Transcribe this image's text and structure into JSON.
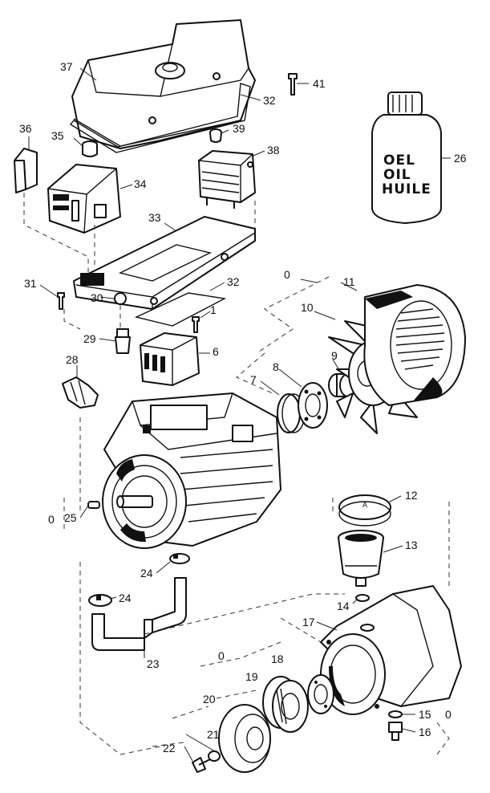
{
  "bottle_label": {
    "line1": "OEL",
    "line2": "OIL",
    "line3": "HUILE"
  },
  "filter_cap_letter": "A",
  "callouts": [
    {
      "id": "37",
      "text": "37"
    },
    {
      "id": "41",
      "text": "41"
    },
    {
      "id": "32a",
      "text": "32"
    },
    {
      "id": "36",
      "text": "36"
    },
    {
      "id": "35",
      "text": "35"
    },
    {
      "id": "39",
      "text": "39"
    },
    {
      "id": "38",
      "text": "38"
    },
    {
      "id": "26",
      "text": "26"
    },
    {
      "id": "34",
      "text": "34"
    },
    {
      "id": "33",
      "text": "33"
    },
    {
      "id": "31",
      "text": "31"
    },
    {
      "id": "32b",
      "text": "32"
    },
    {
      "id": "0a",
      "text": "0"
    },
    {
      "id": "11",
      "text": "11"
    },
    {
      "id": "30",
      "text": "30"
    },
    {
      "id": "1",
      "text": "1"
    },
    {
      "id": "10",
      "text": "10"
    },
    {
      "id": "29",
      "text": "29"
    },
    {
      "id": "6",
      "text": "6"
    },
    {
      "id": "9",
      "text": "9"
    },
    {
      "id": "8",
      "text": "8"
    },
    {
      "id": "28",
      "text": "28"
    },
    {
      "id": "7",
      "text": "7"
    },
    {
      "id": "0b",
      "text": "0"
    },
    {
      "id": "25",
      "text": "25"
    },
    {
      "id": "12",
      "text": "12"
    },
    {
      "id": "13",
      "text": "13"
    },
    {
      "id": "24a",
      "text": "24"
    },
    {
      "id": "24b",
      "text": "24"
    },
    {
      "id": "14",
      "text": "14"
    },
    {
      "id": "17",
      "text": "17"
    },
    {
      "id": "23",
      "text": "23"
    },
    {
      "id": "0c",
      "text": "0"
    },
    {
      "id": "18",
      "text": "18"
    },
    {
      "id": "19",
      "text": "19"
    },
    {
      "id": "20",
      "text": "20"
    },
    {
      "id": "15",
      "text": "15"
    },
    {
      "id": "0d",
      "text": "0"
    },
    {
      "id": "21",
      "text": "21"
    },
    {
      "id": "16",
      "text": "16"
    },
    {
      "id": "22",
      "text": "22"
    }
  ]
}
